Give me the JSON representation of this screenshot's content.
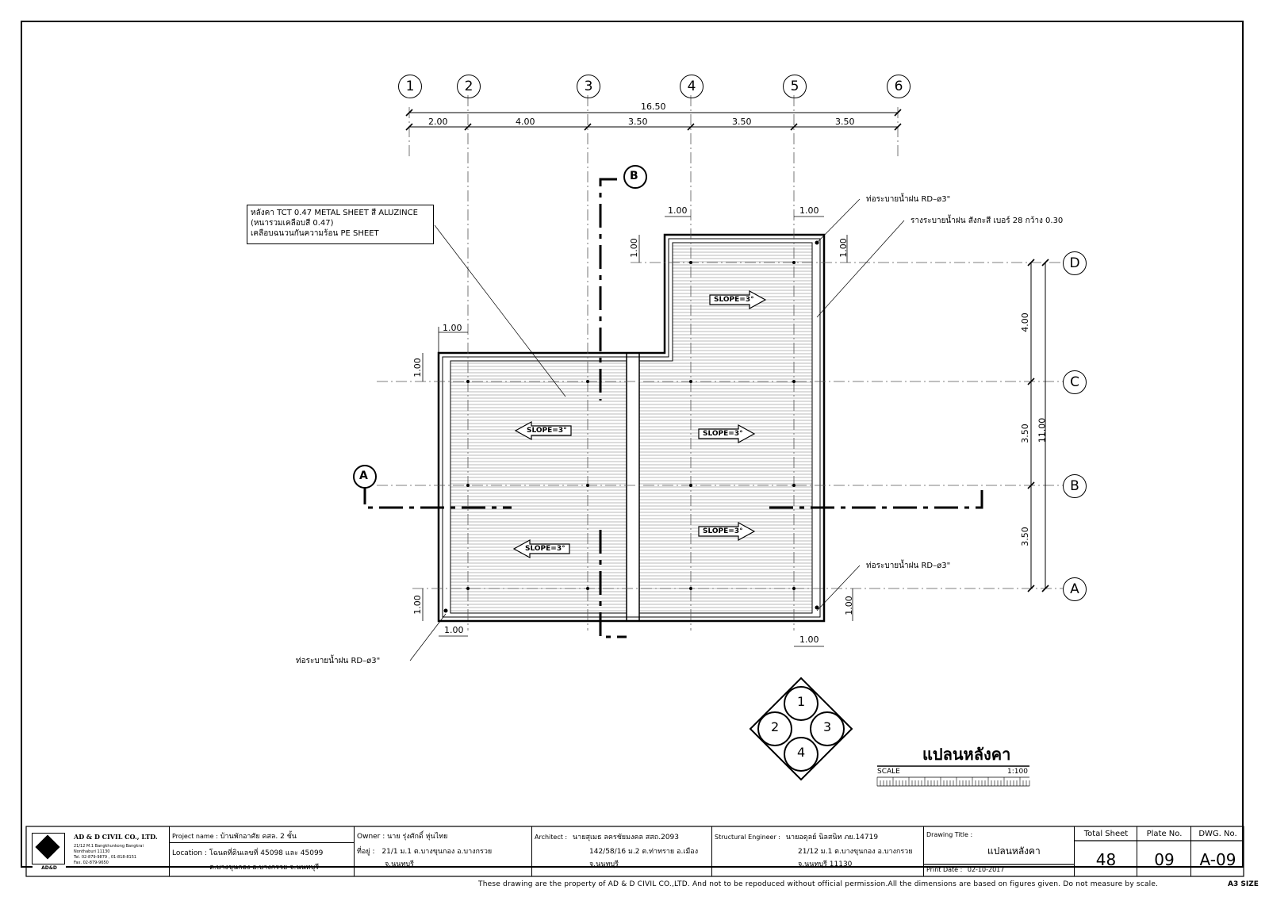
{
  "grid": {
    "columns": [
      "1",
      "2",
      "3",
      "4",
      "5",
      "6"
    ],
    "rows": [
      "A",
      "B",
      "C",
      "D"
    ],
    "total_horizontal": "16.50",
    "spans_horizontal": [
      "2.00",
      "4.00",
      "3.50",
      "3.50",
      "3.50"
    ],
    "total_vertical": "11.00",
    "spans_vertical": [
      "3.50",
      "3.50",
      "4.00"
    ]
  },
  "offset_dims": "1.00",
  "section_marks": [
    "A",
    "B"
  ],
  "annotations": {
    "roof_note_line1": "หลังคา TCT 0.47 METAL SHEET สี ALUZINCE",
    "roof_note_line2": "(หนารวมเคลือบสี 0.47)",
    "roof_note_line3": "เคลือบฉนวนกันความร้อน PE SHEET",
    "downpipe": "ท่อระบายน้ำฝน RD–ø3\"",
    "gutter": "รางระบายน้ำฝน สังกะสี เบอร์ 28 กว้าง 0.30",
    "slope": "SLOPE=3°"
  },
  "key_plan_numbers": [
    "1",
    "2",
    "3",
    "4"
  ],
  "drawing_title": "แปลนหลังคา",
  "scale_label": "SCALE",
  "scale_value": "1:100",
  "title_block": {
    "company_name": "AD & D CIVIL CO., LTD.",
    "company_addr1": "21/12 M.1 Bangkhunkong Bangkrai",
    "company_addr2": "Nonthaburi 11130",
    "company_tel": "Tel. 02-879-9879 , 01-818-8151",
    "company_fax": "Fax. 02-879-9650",
    "logo_text": "AD&D",
    "project_label": "Project name :",
    "project_name": "บ้านพักอาศัย คสล. 2 ชั้น",
    "location_label": "Location :",
    "location_line1": "โฉนดที่ดินเลขที่ 45098 และ 45099",
    "location_line2": "ต.บางขุนกอง อ.บางกรวย จ.นนทบุรี",
    "owner_label": "Owner :",
    "owner_name": "นาย รุ่งศักดิ์ หุ่นไทย",
    "owner_addr_label": "ที่อยู่ :",
    "owner_addr1": "21/1 ม.1 ต.บางขุนกอง อ.บางกรวย",
    "owner_addr2": "จ.นนทบุรี",
    "architect_label": "Architect :",
    "architect_name": "นายสุเมธ ลครชัยมงคล สสถ.2093",
    "architect_addr1": "142/58/16 ม.2 ต.ท่าทราย อ.เมือง",
    "architect_addr2": "จ.นนทบุรี",
    "engineer_label": "Structural Engineer :",
    "engineer_name": "นายอดุลย์ นิลสนิท ภย.14719",
    "engineer_addr1": "21/12 ม.1 ต.บางขุนกอง อ.บางกรวย",
    "engineer_addr2": "จ.นนทบุรี 11130",
    "drawing_title_label": "Drawing Title :",
    "drawing_title_value": "แปลนหลังคา",
    "print_date_label": "Print Date :",
    "print_date": "02-10-2017",
    "total_sheet_label": "Total Sheet",
    "total_sheet": "48",
    "plate_label": "Plate No.",
    "plate_no": "09",
    "dwg_label": "DWG. No.",
    "dwg_no": "A-09"
  },
  "footer_note": "These drawing are the property of AD & D CIVIL CO.,LTD. And not to be repoduced without official permission.All the dimensions are based on figures given. Do not measure by scale.",
  "footer_size": "A3 SIZE"
}
